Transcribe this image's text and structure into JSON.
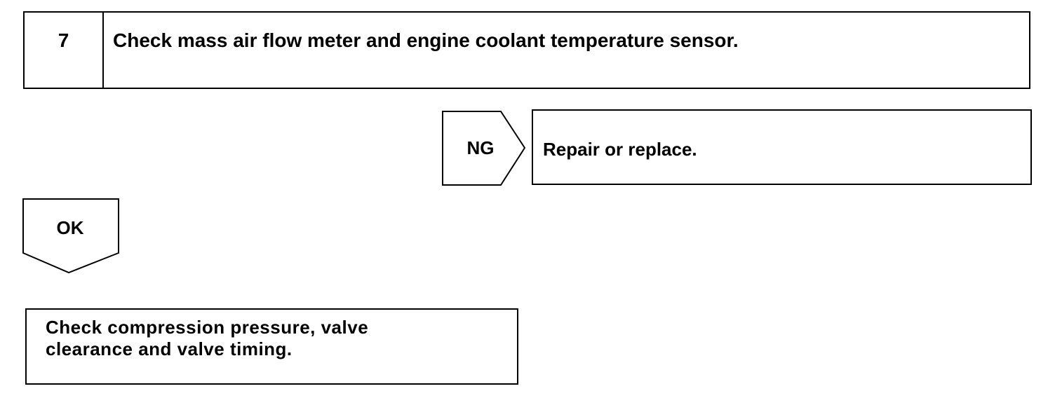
{
  "step": {
    "number": "7",
    "title": "Check mass air flow meter and engine coolant temperature sensor."
  },
  "ng_branch": {
    "label": "NG",
    "action": "Repair or replace."
  },
  "ok_branch": {
    "label": "OK"
  },
  "next_step": {
    "line1": "Check compression pressure, valve",
    "line2": "clearance and valve timing."
  }
}
